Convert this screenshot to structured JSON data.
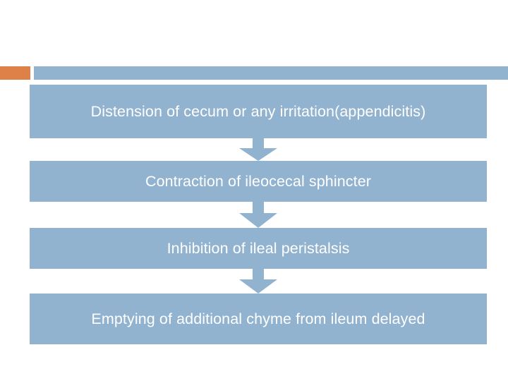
{
  "slide": {
    "background_color": "#ffffff",
    "header": {
      "accent_color": "#dd8148",
      "rule_color": "#91b3d0"
    }
  },
  "flowchart": {
    "type": "vertical-flow",
    "box_fill_color": "#91b3d0",
    "text_color": "#ffffff",
    "arrow_color": "#91b3d0",
    "steps": [
      {
        "id": "step-1",
        "label": "Distension of cecum or any irritation(appendicitis)"
      },
      {
        "id": "step-2",
        "label": "Contraction of ileocecal sphincter"
      },
      {
        "id": "step-3",
        "label": "Inhibition of ileal peristalsis"
      },
      {
        "id": "step-4",
        "label": "Emptying of additional chyme from ileum delayed"
      }
    ],
    "connectors": [
      {
        "id": "connector-1",
        "icon": "arrow-down-icon"
      },
      {
        "id": "connector-2",
        "icon": "arrow-down-icon"
      },
      {
        "id": "connector-3",
        "icon": "arrow-down-icon"
      }
    ]
  }
}
